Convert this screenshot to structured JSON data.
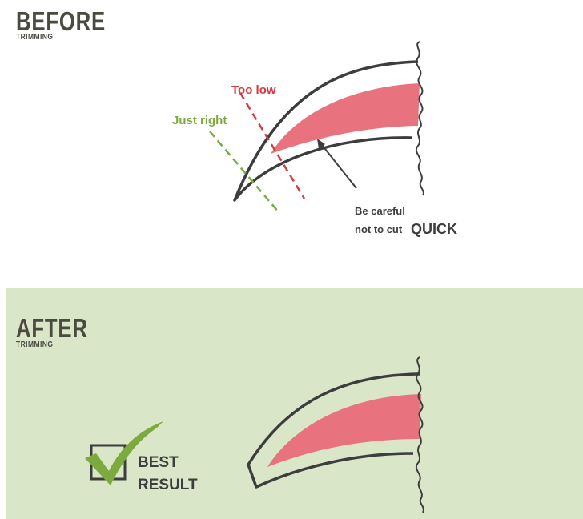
{
  "before": {
    "title": "BEFORE",
    "subtitle": "TRIMMING",
    "labels": {
      "too_low": "Too low",
      "just_right": "Just right",
      "careful_line1": "Be careful",
      "careful_line2": "not to cut",
      "quick": "QUICK"
    }
  },
  "after": {
    "title": "AFTER",
    "subtitle": "TRIMMING",
    "best_line1": "BEST",
    "best_line2": "RESULT"
  },
  "colors": {
    "before_bg": "#ffffff",
    "after_bg": "#d9e6c8",
    "outline": "#3d3d3d",
    "quick_pink": "#e8727e",
    "too_low_red": "#d63a3f",
    "just_right_green": "#7daa3e",
    "heading": "#4a4a40"
  }
}
